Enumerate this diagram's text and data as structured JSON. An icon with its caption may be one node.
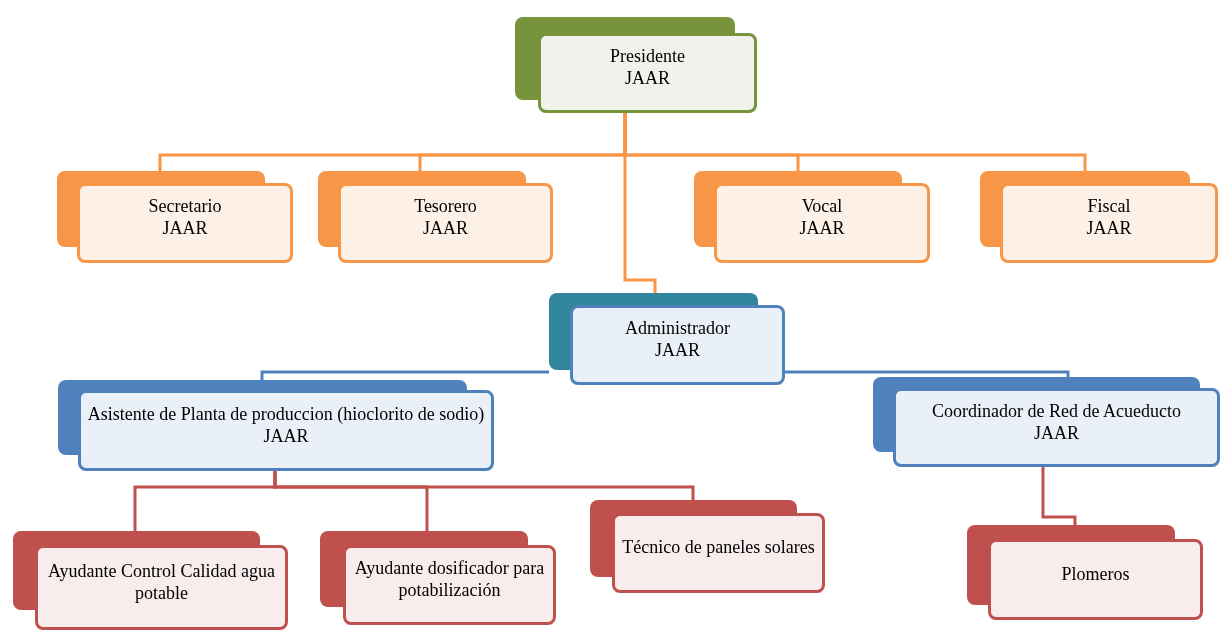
{
  "diagram": {
    "nodes": [
      {
        "text": [
          "Presidente",
          "JAAR"
        ]
      },
      {
        "text": [
          "Secretario",
          "JAAR"
        ]
      },
      {
        "text": [
          "Tesorero",
          "JAAR"
        ]
      },
      {
        "text": [
          "Vocal",
          "JAAR"
        ]
      },
      {
        "text": [
          "Fiscal",
          "JAAR"
        ]
      },
      {
        "text": [
          "Administrador",
          "JAAR"
        ]
      },
      {
        "text": [
          "Asistente de Planta de produccion (hioclorito de sodio)",
          "JAAR"
        ]
      },
      {
        "text": [
          "Coordinador de Red de Acueducto",
          "JAAR"
        ]
      },
      {
        "text": [
          "Ayudante Control Calidad agua potable"
        ]
      },
      {
        "text": [
          "Ayudante dosificador para potabilización"
        ]
      },
      {
        "text": [
          "Técnico de paneles solares"
        ]
      },
      {
        "text": [
          "Plomeros"
        ]
      }
    ],
    "edges": [
      {
        "from": 0,
        "to": 1,
        "arrow": "none"
      },
      {
        "from": 0,
        "to": 2,
        "arrow": "none"
      },
      {
        "from": 0,
        "to": 3,
        "arrow": "none"
      },
      {
        "from": 0,
        "to": 4,
        "arrow": "none"
      },
      {
        "from": 0,
        "to": 5,
        "arrow": "none"
      },
      {
        "from": 5,
        "to": 6,
        "arrow": "none",
        "color": "#4f81bd"
      },
      {
        "from": 5,
        "to": 7,
        "arrow": "none",
        "color": "#4f81bd"
      },
      {
        "from": 6,
        "to": 8,
        "arrow": "none",
        "color": "#c0504d"
      },
      {
        "from": 6,
        "to": 9,
        "arrow": "none",
        "color": "#c0504d"
      },
      {
        "from": 6,
        "to": 10,
        "arrow": "none",
        "color": "#c0504d"
      },
      {
        "from": 7,
        "to": 11,
        "arrow": "none",
        "color": "#c0504d"
      }
    ]
  }
}
